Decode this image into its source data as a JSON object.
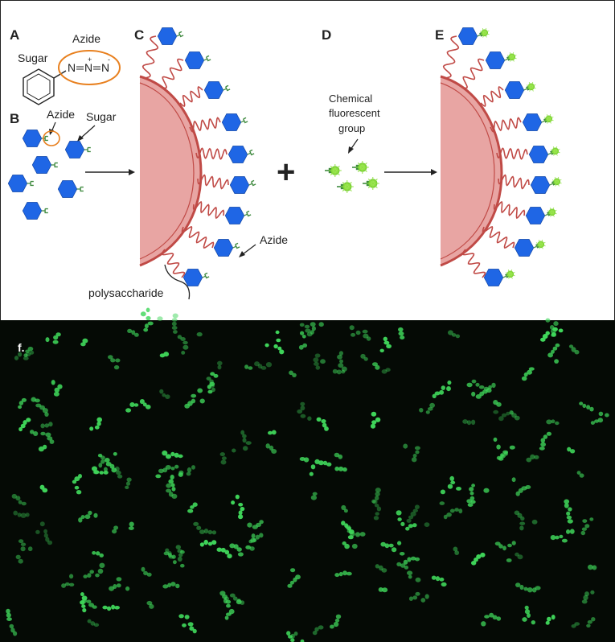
{
  "panels": {
    "a": {
      "letter": "A",
      "sugar_label": "Sugar",
      "azide_label": "Azide",
      "azide_atoms": [
        "N",
        "N",
        "N"
      ],
      "charge_plus": "+",
      "charge_minus": "-"
    },
    "b": {
      "letter": "B",
      "azide_label": "Azide",
      "sugar_label": "Sugar"
    },
    "c": {
      "letter": "C",
      "azide_label": "Azide",
      "polysaccharide_label": "polysaccharide"
    },
    "d": {
      "letter": "D",
      "fluor_label_lines": [
        "Chemical",
        "fluorescent",
        "group"
      ]
    },
    "e": {
      "letter": "E"
    },
    "f": {
      "letter": "f."
    }
  },
  "symbols": {
    "plus": "+"
  },
  "colors": {
    "hexagon": "#1f66e5",
    "hexagon_stroke": "#0d3f9c",
    "azide_group": "#3f8a3f",
    "fluorophore": "#9be84f",
    "cell_fill": "#e8a5a3",
    "cell_wall": "#c04a46",
    "chain": "#c04a46",
    "highlight_ring": "#e8801f",
    "micrograph_bg": "#050a05",
    "micrograph_cells": "#3fd65a"
  }
}
